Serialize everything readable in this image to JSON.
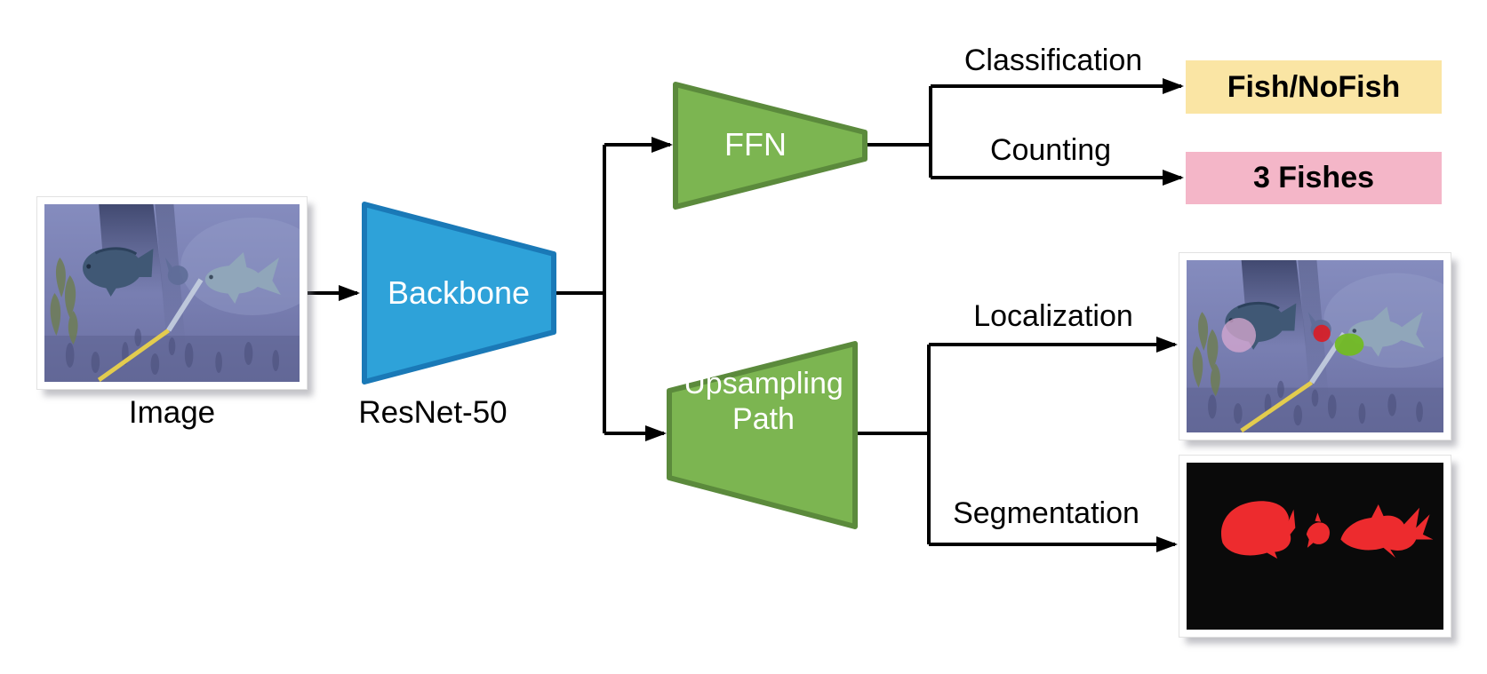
{
  "nodes": {
    "input_image": {
      "caption": "Image"
    },
    "backbone": {
      "label": "Backbone",
      "caption": "ResNet-50",
      "fill": "#2EA2D9",
      "border": "#1A79B7"
    },
    "ffn": {
      "label": "FFN",
      "fill": "#7CB551",
      "border": "#5B8A3C"
    },
    "upsampling": {
      "label": "Upsampling Path",
      "fill": "#7CB551",
      "border": "#5B8A3C"
    }
  },
  "branches": {
    "classification": {
      "label": "Classification"
    },
    "counting": {
      "label": "Counting"
    },
    "localization": {
      "label": "Localization"
    },
    "segmentation": {
      "label": "Segmentation"
    }
  },
  "outputs": {
    "classification": {
      "text": "Fish/NoFish",
      "bg": "#FAE5A4"
    },
    "counting": {
      "text": "3 Fishes",
      "bg": "#F4B6C8"
    },
    "localization": {
      "marker_pink": "#D9A9D2",
      "marker_red": "#D62029",
      "marker_green": "#72BB23"
    },
    "segmentation": {
      "mask_color": "#ED2B2E",
      "mask_bg": "#0A0A0A"
    }
  },
  "line_color": "#000000"
}
